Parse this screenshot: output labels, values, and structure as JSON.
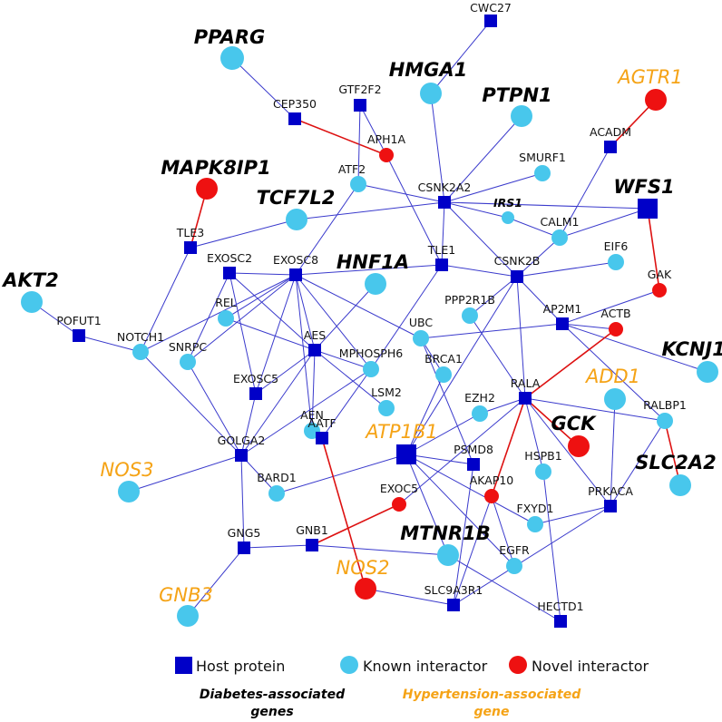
{
  "colors": {
    "host": "#0000c8",
    "known": "#48c7ec",
    "novel": "#ee1111",
    "edge": "#3a3acc",
    "novel_edge": "#dd1111",
    "diabetes_label": "#000000",
    "hypertension_label": "#f5a316"
  },
  "legend": {
    "host": "Host protein",
    "known": "Known interactor",
    "novel": "Novel interactor"
  },
  "footer": {
    "diabetes_line1": "Diabetes-associated",
    "diabetes_line2": "genes",
    "hypertension_line1": "Hypertension-associated",
    "hypertension_line2": "gene"
  },
  "nodes": [
    {
      "id": "CWC27",
      "type": "host",
      "label": "CWC27"
    },
    {
      "id": "PPARG",
      "type": "known",
      "label": "PPARG",
      "group": "diabetes"
    },
    {
      "id": "HMGA1",
      "type": "known",
      "label": "HMGA1",
      "group": "diabetes"
    },
    {
      "id": "AGTR1",
      "type": "novel",
      "label": "AGTR1",
      "group": "hypertension"
    },
    {
      "id": "GTF2F2",
      "type": "host",
      "label": "GTF2F2"
    },
    {
      "id": "CEP350",
      "type": "host",
      "label": "CEP350"
    },
    {
      "id": "PTPN1",
      "type": "known",
      "label": "PTPN1",
      "group": "diabetes"
    },
    {
      "id": "ACADM",
      "type": "host",
      "label": "ACADM"
    },
    {
      "id": "APH1A",
      "type": "novel",
      "label": "APH1A"
    },
    {
      "id": "MAPK8IP1",
      "type": "novel",
      "label": "MAPK8IP1",
      "group": "diabetes"
    },
    {
      "id": "ATF2",
      "type": "known",
      "label": "ATF2"
    },
    {
      "id": "SMURF1",
      "type": "known",
      "label": "SMURF1"
    },
    {
      "id": "CSNK2A2",
      "type": "host",
      "label": "CSNK2A2"
    },
    {
      "id": "WFS1",
      "type": "host_big",
      "label": "WFS1",
      "group": "diabetes"
    },
    {
      "id": "TCF7L2",
      "type": "known",
      "label": "TCF7L2",
      "group": "diabetes"
    },
    {
      "id": "IRS1",
      "type": "known",
      "label": "IRS1",
      "group": "diabetes_small"
    },
    {
      "id": "CALM1",
      "type": "known",
      "label": "CALM1"
    },
    {
      "id": "TLE3",
      "type": "host",
      "label": "TLE3"
    },
    {
      "id": "EIF6",
      "type": "known",
      "label": "EIF6"
    },
    {
      "id": "EXOSC2",
      "type": "host",
      "label": "EXOSC2"
    },
    {
      "id": "EXOSC8",
      "type": "host",
      "label": "EXOSC8"
    },
    {
      "id": "HNF1A",
      "type": "known",
      "label": "HNF1A",
      "group": "diabetes"
    },
    {
      "id": "TLE1",
      "type": "host",
      "label": "TLE1"
    },
    {
      "id": "CSNK2B",
      "type": "host",
      "label": "CSNK2B"
    },
    {
      "id": "AKT2",
      "type": "known",
      "label": "AKT2",
      "group": "diabetes"
    },
    {
      "id": "GAK",
      "type": "novel",
      "label": "GAK"
    },
    {
      "id": "PPP2R1B",
      "type": "known",
      "label": "PPP2R1B"
    },
    {
      "id": "REL",
      "type": "known",
      "label": "REL"
    },
    {
      "id": "AP2M1",
      "type": "host",
      "label": "AP2M1"
    },
    {
      "id": "POFUT1",
      "type": "host",
      "label": "POFUT1"
    },
    {
      "id": "ACTB",
      "type": "novel",
      "label": "ACTB"
    },
    {
      "id": "NOTCH1",
      "type": "known",
      "label": "NOTCH1"
    },
    {
      "id": "UBC",
      "type": "known",
      "label": "UBC"
    },
    {
      "id": "AES",
      "type": "host",
      "label": "AES"
    },
    {
      "id": "KCNJ11",
      "type": "known",
      "label": "KCNJ11",
      "group": "diabetes"
    },
    {
      "id": "SNRPC",
      "type": "known",
      "label": "SNRPC"
    },
    {
      "id": "MPHOSPH6",
      "type": "known",
      "label": "MPHOSPH6"
    },
    {
      "id": "BRCA1",
      "type": "known",
      "label": "BRCA1"
    },
    {
      "id": "ADD1",
      "type": "known",
      "label": "ADD1",
      "group": "hypertension"
    },
    {
      "id": "EXOSC5",
      "type": "host",
      "label": "EXOSC5"
    },
    {
      "id": "LSM2",
      "type": "known",
      "label": "LSM2"
    },
    {
      "id": "RALA",
      "type": "host",
      "label": "RALA"
    },
    {
      "id": "RALBP1",
      "type": "known",
      "label": "RALBP1"
    },
    {
      "id": "EZH2",
      "type": "known",
      "label": "EZH2"
    },
    {
      "id": "AEN",
      "type": "known",
      "label": "AEN"
    },
    {
      "id": "GCK",
      "type": "novel",
      "label": "GCK",
      "group": "diabetes"
    },
    {
      "id": "GOLGA2",
      "type": "host",
      "label": "GOLGA2"
    },
    {
      "id": "ATP1B1",
      "type": "host_big",
      "label": "ATP1B1",
      "group": "hypertension"
    },
    {
      "id": "PSMD8",
      "type": "host",
      "label": "PSMD8"
    },
    {
      "id": "AATF",
      "type": "host",
      "label": "AATF"
    },
    {
      "id": "NOS3",
      "type": "known",
      "label": "NOS3",
      "group": "hypertension"
    },
    {
      "id": "AKAP10",
      "type": "novel",
      "label": "AKAP10"
    },
    {
      "id": "HSPB1",
      "type": "known",
      "label": "HSPB1"
    },
    {
      "id": "SLC2A2",
      "type": "known",
      "label": "SLC2A2",
      "group": "diabetes"
    },
    {
      "id": "BARD1",
      "type": "known",
      "label": "BARD1"
    },
    {
      "id": "EXOC5",
      "type": "novel",
      "label": "EXOC5"
    },
    {
      "id": "PRKACA",
      "type": "host",
      "label": "PRKACA"
    },
    {
      "id": "FXYD1",
      "type": "known",
      "label": "FXYD1"
    },
    {
      "id": "GNG5",
      "type": "host",
      "label": "GNG5"
    },
    {
      "id": "GNB1",
      "type": "host",
      "label": "GNB1"
    },
    {
      "id": "MTNR1B",
      "type": "known",
      "label": "MTNR1B",
      "group": "diabetes"
    },
    {
      "id": "EGFR",
      "type": "known",
      "label": "EGFR"
    },
    {
      "id": "NOS2",
      "type": "novel",
      "label": "NOS2",
      "group": "hypertension"
    },
    {
      "id": "GNB3",
      "type": "known",
      "label": "GNB3",
      "group": "hypertension"
    },
    {
      "id": "SLC9A3R1",
      "type": "host",
      "label": "SLC9A3R1"
    },
    {
      "id": "HECTD1",
      "type": "host",
      "label": "HECTD1"
    }
  ],
  "edges": [
    [
      "CWC27",
      "HMGA1"
    ],
    [
      "PPARG",
      "CEP350"
    ],
    [
      "CEP350",
      "APH1A"
    ],
    [
      "GTF2F2",
      "APH1A"
    ],
    [
      "GTF2F2",
      "ATF2"
    ],
    [
      "HMGA1",
      "CSNK2A2"
    ],
    [
      "PTPN1",
      "CSNK2A2"
    ],
    [
      "AGTR1",
      "ACADM"
    ],
    [
      "ACADM",
      "CALM1"
    ],
    [
      "APH1A",
      "TLE1"
    ],
    [
      "ATF2",
      "CSNK2A2"
    ],
    [
      "ATF2",
      "EXOSC8"
    ],
    [
      "SMURF1",
      "CSNK2A2"
    ],
    [
      "CSNK2A2",
      "TCF7L2"
    ],
    [
      "CSNK2A2",
      "TLE1"
    ],
    [
      "CSNK2A2",
      "CSNK2B"
    ],
    [
      "CSNK2A2",
      "IRS1"
    ],
    [
      "CSNK2A2",
      "WFS1"
    ],
    [
      "IRS1",
      "CALM1"
    ],
    [
      "WFS1",
      "CALM1"
    ],
    [
      "WFS1",
      "GAK"
    ],
    [
      "MAPK8IP1",
      "TLE3"
    ],
    [
      "TLE3",
      "TCF7L2"
    ],
    [
      "TLE3",
      "NOTCH1"
    ],
    [
      "EXOSC2",
      "EXOSC8"
    ],
    [
      "EXOSC2",
      "EXOSC5"
    ],
    [
      "EXOSC2",
      "SNRPC"
    ],
    [
      "EXOSC2",
      "AES"
    ],
    [
      "EXOSC8",
      "TLE1"
    ],
    [
      "EXOSC8",
      "REL"
    ],
    [
      "EXOSC8",
      "EXOSC5"
    ],
    [
      "EXOSC8",
      "SNRPC"
    ],
    [
      "EXOSC8",
      "AES"
    ],
    [
      "EXOSC8",
      "AEN"
    ],
    [
      "EXOSC8",
      "NOTCH1"
    ],
    [
      "EXOSC8",
      "UBC"
    ],
    [
      "EXOSC8",
      "MPHOSPH6"
    ],
    [
      "TLE1",
      "CSNK2B"
    ],
    [
      "TLE1",
      "MPHOSPH6"
    ],
    [
      "CSNK2B",
      "EIF6"
    ],
    [
      "CSNK2B",
      "CALM1"
    ],
    [
      "CSNK2B",
      "AP2M1"
    ],
    [
      "CSNK2B",
      "PPP2R1B"
    ],
    [
      "CSNK2B",
      "RALA"
    ],
    [
      "CSNK2B",
      "ATP1B1"
    ],
    [
      "GAK",
      "AP2M1"
    ],
    [
      "AP2M1",
      "UBC"
    ],
    [
      "AP2M1",
      "KCNJ11"
    ],
    [
      "AP2M1",
      "RALBP1"
    ],
    [
      "AP2M1",
      "ACTB"
    ],
    [
      "ACTB",
      "RALA"
    ],
    [
      "AKT2",
      "POFUT1"
    ],
    [
      "POFUT1",
      "NOTCH1"
    ],
    [
      "NOTCH1",
      "GOLGA2"
    ],
    [
      "REL",
      "AES"
    ],
    [
      "AES",
      "HNF1A"
    ],
    [
      "AES",
      "LSM2"
    ],
    [
      "AES",
      "MPHOSPH6"
    ],
    [
      "AES",
      "EXOSC5"
    ],
    [
      "AES",
      "AEN"
    ],
    [
      "AES",
      "GOLGA2"
    ],
    [
      "MPHOSPH6",
      "AATF"
    ],
    [
      "MPHOSPH6",
      "GOLGA2"
    ],
    [
      "UBC",
      "BRCA1"
    ],
    [
      "UBC",
      "PSMD8"
    ],
    [
      "BRCA1",
      "ATP1B1"
    ],
    [
      "PPP2R1B",
      "RALA"
    ],
    [
      "RALA",
      "EZH2"
    ],
    [
      "RALA",
      "RALBP1"
    ],
    [
      "RALA",
      "HSPB1"
    ],
    [
      "RALA",
      "PRKACA"
    ],
    [
      "RALA",
      "GCK"
    ],
    [
      "RALA",
      "AKAP10"
    ],
    [
      "RALA",
      "EXOC5"
    ],
    [
      "EZH2",
      "ATP1B1"
    ],
    [
      "SNRPC",
      "GOLGA2"
    ],
    [
      "EXOSC5",
      "GOLGA2"
    ],
    [
      "GOLGA2",
      "NOS3"
    ],
    [
      "GOLGA2",
      "BARD1"
    ],
    [
      "GOLGA2",
      "GNG5"
    ],
    [
      "ATP1B1",
      "BARD1"
    ],
    [
      "ATP1B1",
      "PSMD8"
    ],
    [
      "ATP1B1",
      "FXYD1"
    ],
    [
      "ATP1B1",
      "EGFR"
    ],
    [
      "ATP1B1",
      "MTNR1B"
    ],
    [
      "AATF",
      "NOS2"
    ],
    [
      "PSMD8",
      "SLC9A3R1"
    ],
    [
      "AKAP10",
      "SLC9A3R1"
    ],
    [
      "HSPB1",
      "HECTD1"
    ],
    [
      "ADD1",
      "PRKACA"
    ],
    [
      "RALBP1",
      "PRKACA"
    ],
    [
      "RALBP1",
      "SLC2A2"
    ],
    [
      "PRKACA",
      "FXYD1"
    ],
    [
      "PRKACA",
      "SLC9A3R1"
    ],
    [
      "GNG5",
      "GNB1"
    ],
    [
      "GNG5",
      "GNB3"
    ],
    [
      "GNB1",
      "EXOC5"
    ],
    [
      "GNB1",
      "MTNR1B"
    ],
    [
      "MTNR1B",
      "HECTD1"
    ],
    [
      "EGFR",
      "AKAP10"
    ],
    [
      "NOS2",
      "SLC9A3R1"
    ]
  ],
  "novel_edges": [
    [
      "CEP350",
      "APH1A"
    ],
    [
      "AGTR1",
      "ACADM"
    ],
    [
      "MAPK8IP1",
      "TLE3"
    ],
    [
      "WFS1",
      "GAK"
    ],
    [
      "ACTB",
      "RALA"
    ],
    [
      "RALA",
      "GCK"
    ],
    [
      "RALA",
      "AKAP10"
    ],
    [
      "AATF",
      "NOS2"
    ],
    [
      "GNB1",
      "EXOC5"
    ],
    [
      "RALBP1",
      "SLC2A2"
    ]
  ]
}
